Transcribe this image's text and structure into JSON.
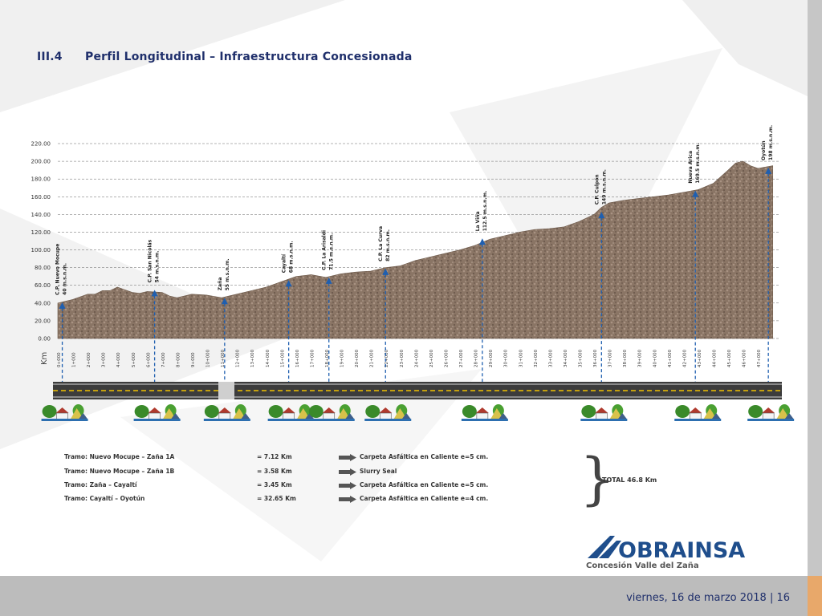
{
  "header": {
    "section": "III.4",
    "title": "Perfil Longitudinal – Infraestructura Concesionada"
  },
  "chart_data": {
    "type": "area",
    "title": "",
    "xlabel": "Km",
    "ylabel": "",
    "xlim": [
      0,
      48.5
    ],
    "ylim": [
      0,
      220
    ],
    "grid": true,
    "y_ticks": [
      "0.00",
      "20.00",
      "40.00",
      "60.00",
      "80.00",
      "100.00",
      "120.00",
      "140.00",
      "160.00",
      "180.00",
      "200.00",
      "220.00"
    ],
    "x_ticks": [
      "0+000",
      "1+000",
      "2+000",
      "3+000",
      "4+000",
      "5+000",
      "6+000",
      "7+000",
      "8+000",
      "9+000",
      "10+000",
      "11+000",
      "12+000",
      "13+000",
      "14+000",
      "15+000",
      "16+000",
      "17+000",
      "18+000",
      "19+000",
      "20+000",
      "21+000",
      "22+000",
      "23+000",
      "24+000",
      "25+000",
      "26+000",
      "27+000",
      "28+000",
      "29+000",
      "30+000",
      "31+000",
      "32+000",
      "33+000",
      "34+000",
      "35+000",
      "36+000",
      "37+000",
      "38+000",
      "39+000",
      "40+000",
      "41+000",
      "42+000",
      "43+000",
      "44+000",
      "45+000",
      "46+000",
      "47+000"
    ],
    "series": [
      {
        "x": [
          0,
          1,
          2,
          2.5,
          3,
          3.5,
          4,
          4.5,
          5,
          5.5,
          6,
          7,
          7.5,
          8,
          9,
          10,
          11,
          12,
          13,
          14,
          15,
          16,
          17,
          18,
          19,
          20,
          21,
          22,
          23,
          24,
          25,
          26,
          27,
          28,
          29,
          30,
          31,
          32,
          33,
          34,
          35,
          36,
          36.5,
          37,
          38,
          39,
          40,
          41,
          42,
          43,
          44,
          45,
          45.5,
          46,
          46.5,
          47,
          48
        ],
        "values": [
          40,
          44,
          50,
          50,
          54,
          54,
          58,
          55,
          52,
          51,
          53,
          52,
          48,
          46,
          50,
          49,
          46,
          50,
          54,
          58,
          64,
          70,
          72,
          69,
          73,
          75,
          76,
          80,
          82,
          88,
          92,
          96,
          100,
          105,
          112,
          116,
          120,
          123,
          124,
          126,
          132,
          140,
          148,
          153,
          156,
          158,
          160,
          162,
          165,
          168,
          175,
          190,
          198,
          200,
          195,
          192,
          195
        ]
      }
    ],
    "waypoints": [
      {
        "name": "C.P. Nuevo Mocupe",
        "elevation": "40 m.s.n.m.",
        "km": 0.3,
        "y": 40
      },
      {
        "name": "C.P. San Nicolás",
        "elevation": "54 m.s.n.m.",
        "km": 6.5,
        "y": 54
      },
      {
        "name": "Zaña",
        "elevation": "55 m.s.n.m.",
        "km": 11.2,
        "y": 45
      },
      {
        "name": "Cayaltí",
        "elevation": "68 m.s.n.m.",
        "km": 15.5,
        "y": 65
      },
      {
        "name": "C.P. La Arisaldi",
        "elevation": "71.5 m.s.n.m.",
        "km": 18.2,
        "y": 68
      },
      {
        "name": "C.P. La Curva",
        "elevation": "82 m.s.n.m.",
        "km": 22.0,
        "y": 78
      },
      {
        "name": "La Viña",
        "elevation": "112.5 m.s.n.m.",
        "km": 28.5,
        "y": 112
      },
      {
        "name": "C.P. Culpón",
        "elevation": "149 m.s.n.m.",
        "km": 36.5,
        "y": 142
      },
      {
        "name": "Nueva Arica",
        "elevation": "169.5 m.s.n.m.",
        "km": 42.8,
        "y": 166
      },
      {
        "name": "Oyotún",
        "elevation": "198 m.s.n.m.",
        "km": 47.7,
        "y": 192
      }
    ]
  },
  "legend": [
    {
      "tramo": "Tramo: Nuevo Mocupe – Zaña 1A",
      "length": "= 7.12 Km",
      "surface": "Carpeta Asfáltica en Caliente e=5 cm."
    },
    {
      "tramo": "Tramo: Nuevo Mocupe – Zaña 1B",
      "length": "= 3.58 Km",
      "surface": "Slurry Seal"
    },
    {
      "tramo": "Tramo: Zaña – Cayaltí",
      "length": "= 3.45 Km",
      "surface": "Carpeta Asfáltica en Caliente e=5 cm."
    },
    {
      "tramo": "Tramo: Cayaltí – Oyotún",
      "length": "= 32.65 Km",
      "surface": "Carpeta Asfáltica en Caliente e=4 cm."
    }
  ],
  "total": "TOTAL  46.8 Km",
  "logo": {
    "name": "OBRAINSA",
    "subtitle": "Concesión Valle del Zaña"
  },
  "footer": {
    "text": "viernes, 16 de marzo 2018  |  16"
  },
  "colors": {
    "title_blue": "#1f2f6b",
    "marker_blue": "#1f5fb0",
    "terrain": "#8a7565",
    "road": "#3c3c3c",
    "centerline": "#f2c200"
  }
}
